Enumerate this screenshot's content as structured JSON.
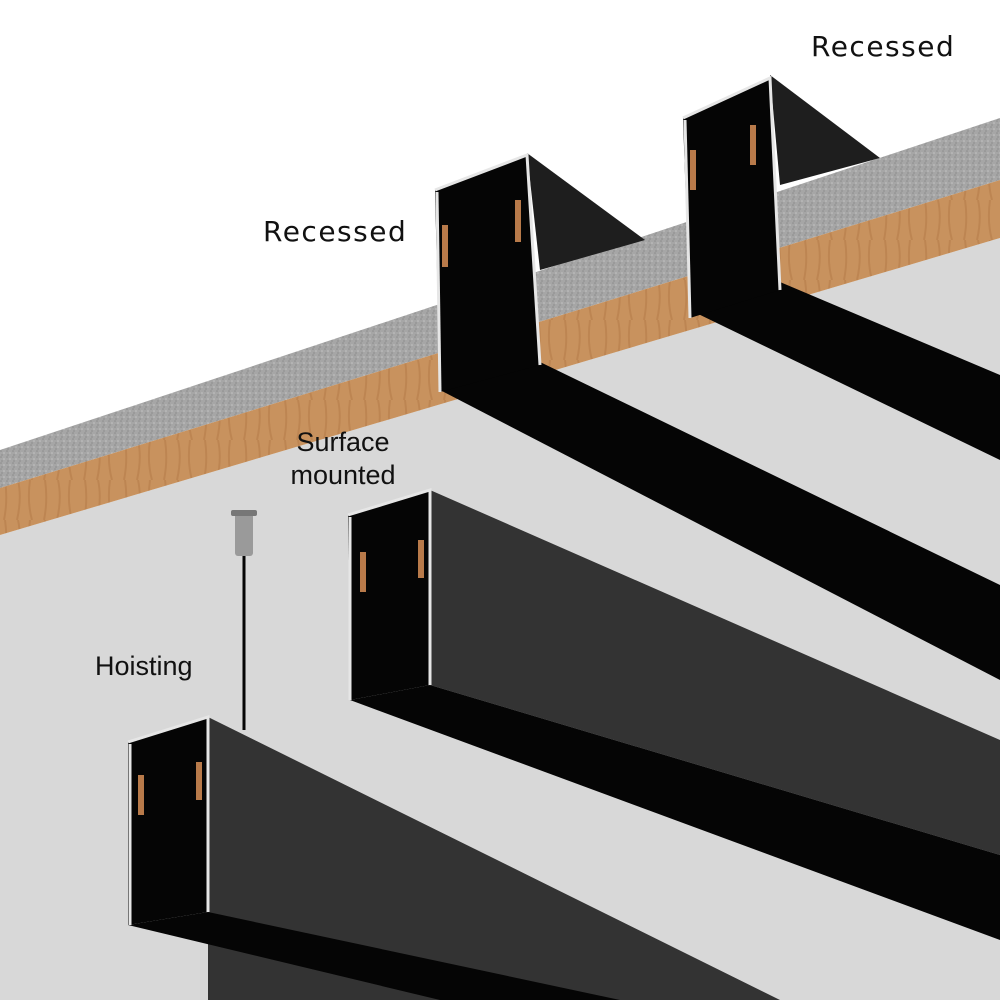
{
  "figure": {
    "subject": "Linear magnetic track rail installation methods",
    "colors": {
      "background": "#ffffff",
      "ceiling_underside": "#d8d8d8",
      "plaster_layer": "#a9a9a9",
      "wood_layer": "#c8925e",
      "rail_side": "#333333",
      "rail_dark": "#050505",
      "aluminium_edge": "#e6e6e6",
      "contact_copper": "#b87a4a"
    },
    "labels": {
      "recessed_right": "Recessed",
      "recessed_left": "Recessed",
      "surface_line1": "Surface",
      "surface_line2": "mounted",
      "hoisting": "Hoisting"
    },
    "components": [
      {
        "id": "recessed-rail-right",
        "mounting": "Recessed",
        "description": "Rail set into ceiling slab"
      },
      {
        "id": "recessed-rail-left",
        "mounting": "Recessed",
        "description": "Rail set into ceiling slab"
      },
      {
        "id": "surface-rail",
        "mounting": "Surface mounted",
        "description": "Rail fixed on ceiling surface"
      },
      {
        "id": "hoisting-rail",
        "mounting": "Hoisting",
        "description": "Rail suspended by wire from ceiling anchor"
      }
    ]
  }
}
